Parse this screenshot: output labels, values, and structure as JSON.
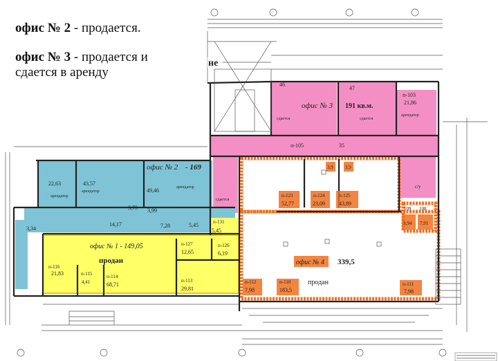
{
  "header": {
    "line1_bold": "офис № 2",
    "line1_rest": " - продается.",
    "line2_bold": "офис № 3",
    "line2_rest": " - продается и",
    "line3": "сдается в аренду"
  },
  "stamp": "не",
  "colors": {
    "office1": "#ffff66",
    "office2": "#7ec4d6",
    "office3": "#f48fc5",
    "office4": "#f07020",
    "wall": "#222222"
  },
  "office3": {
    "title": "офис № 3",
    "area": "191 кв.м.",
    "room46": "46",
    "room47": "47",
    "room103": "п-103",
    "room103_area": "21,86",
    "room105": "п-105",
    "room105_area": "35",
    "rent_left": "сдается",
    "rent_mid": "сдается",
    "tenant_right": "арендатор",
    "rent_lower": "сдается",
    "cu": "с/у"
  },
  "office2": {
    "title": "офис № 2",
    "area": "- 169",
    "a1": "22,63",
    "a2": "43,57",
    "a3": "49,46",
    "a4": "3,75",
    "a5": "3,99",
    "a6": "14,17",
    "a7": "7,28",
    "a8": "3,34",
    "a9": "5,45",
    "tenant1": "арендатор",
    "tenant2": "арендатор",
    "tenant3": "арендатор"
  },
  "office1": {
    "title": "офис № 1 - 149,05",
    "status": "продан",
    "n116": "п-116",
    "n116_area": "21,83",
    "n115": "п-115",
    "n115_area": "4,41",
    "n114": "п-114",
    "n114_area": "68,71",
    "n127": "п-127",
    "n127_area": "12,65",
    "n126": "п-126",
    "n126_area": "6,19",
    "n113": "п-113",
    "n113_area": "29,81",
    "n131": "п-131",
    "n131_area": "5,45"
  },
  "office4": {
    "title": "офис № 4",
    "area": "339,5",
    "status": "продан",
    "n123a": "п-123",
    "n123a_area": "52,77",
    "n124": "п-124",
    "n124_area": "23,09",
    "n125": "п-125",
    "n125_area": "43,89",
    "c1": "3,9",
    "c2": "3,9",
    "n109": "109",
    "n108": "108",
    "n109_area": "3,94",
    "n108_area": "7,91",
    "n112": "п-112",
    "n112_area": "7,98",
    "n110": "п-110",
    "n110_area": "183,5",
    "n111": "п-111",
    "n111_area": "7,98"
  }
}
